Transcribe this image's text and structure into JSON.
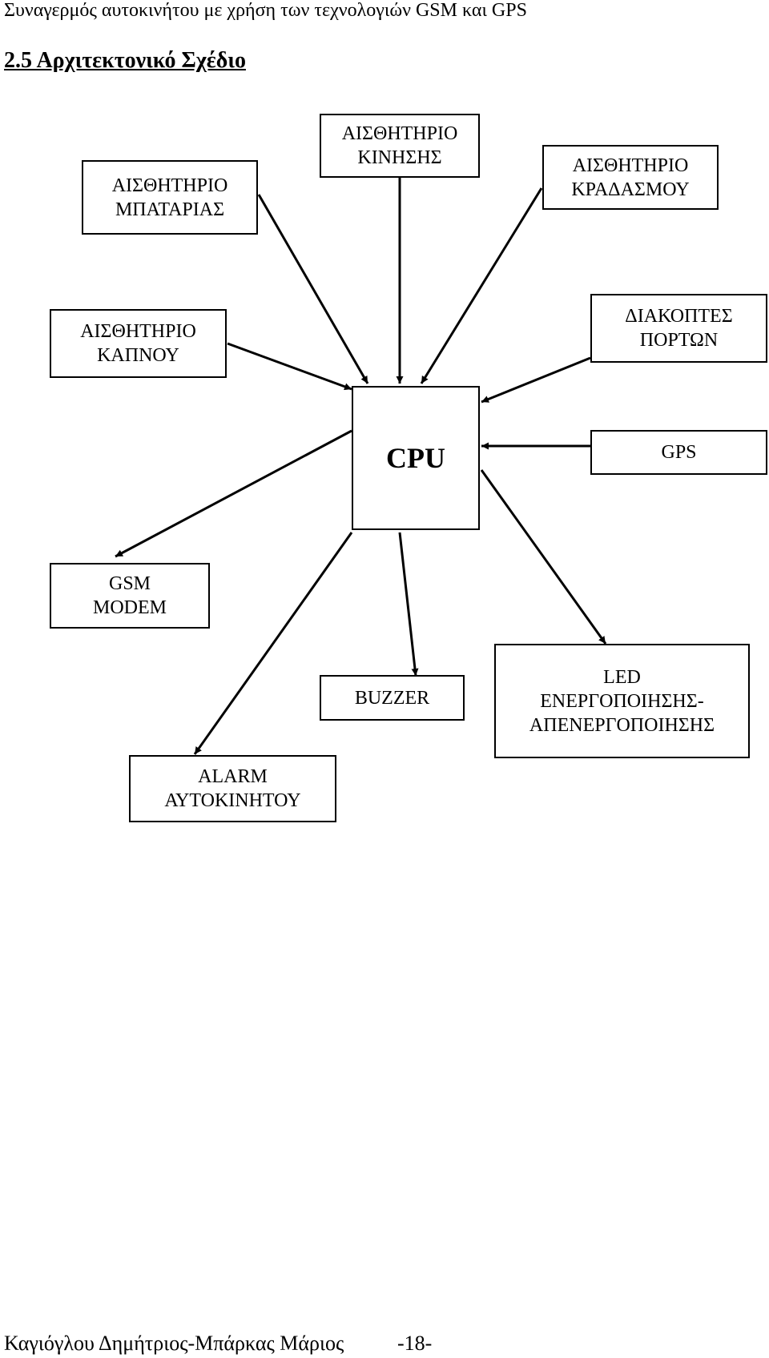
{
  "header": {
    "running_title": "Συναγερμός αυτοκινήτου με χρήση των τεχνολογιών GSM και GPS"
  },
  "section": {
    "title": "2.5 Αρχιτεκτονικό Σχέδιο"
  },
  "diagram": {
    "nodes": {
      "battery_sensor": [
        "ΑΙΣΘΗΤΗΡΙΟ",
        "ΜΠΑΤΑΡΙΑΣ"
      ],
      "motion_sensor": [
        "ΑΙΣΘΗΤΗΡΙΟ",
        "ΚΙΝΗΣΗΣ"
      ],
      "vibration_sensor": [
        "ΑΙΣΘΗΤΗΡΙΟ",
        "ΚΡΑΔΑΣΜΟΥ"
      ],
      "smoke_sensor": [
        "ΑΙΣΘΗΤΗΡΙΟ",
        "ΚΑΠΝΟΥ"
      ],
      "door_switches": [
        "ΔΙΑΚΟΠΤΕΣ",
        "ΠΟΡΤΩΝ"
      ],
      "cpu": "CPU",
      "gps": "GPS",
      "gsm_modem": [
        "GSM",
        "MODEM"
      ],
      "buzzer": "BUZZER",
      "led": [
        "LED",
        "ΕΝΕΡΓΟΠΟΙΗΣΗΣ-",
        "ΑΠΕΝΕΡΓΟΠΟΙΗΣΗΣ"
      ],
      "alarm": [
        "ALARM",
        "ΑΥΤΟΚΙΝΗΤΟΥ"
      ]
    },
    "edges": [
      {
        "from": "battery_sensor",
        "to": "cpu"
      },
      {
        "from": "motion_sensor",
        "to": "cpu"
      },
      {
        "from": "vibration_sensor",
        "to": "cpu"
      },
      {
        "from": "smoke_sensor",
        "to": "cpu"
      },
      {
        "from": "door_switches",
        "to": "cpu"
      },
      {
        "from": "gps",
        "to": "cpu"
      },
      {
        "from": "cpu",
        "to": "gsm_modem"
      },
      {
        "from": "cpu",
        "to": "buzzer"
      },
      {
        "from": "cpu",
        "to": "led"
      },
      {
        "from": "cpu",
        "to": "alarm"
      }
    ]
  },
  "footer": {
    "authors": "Καγιόγλου Δημήτριος-Μπάρκας Μάριος",
    "page_number": "-18-"
  }
}
